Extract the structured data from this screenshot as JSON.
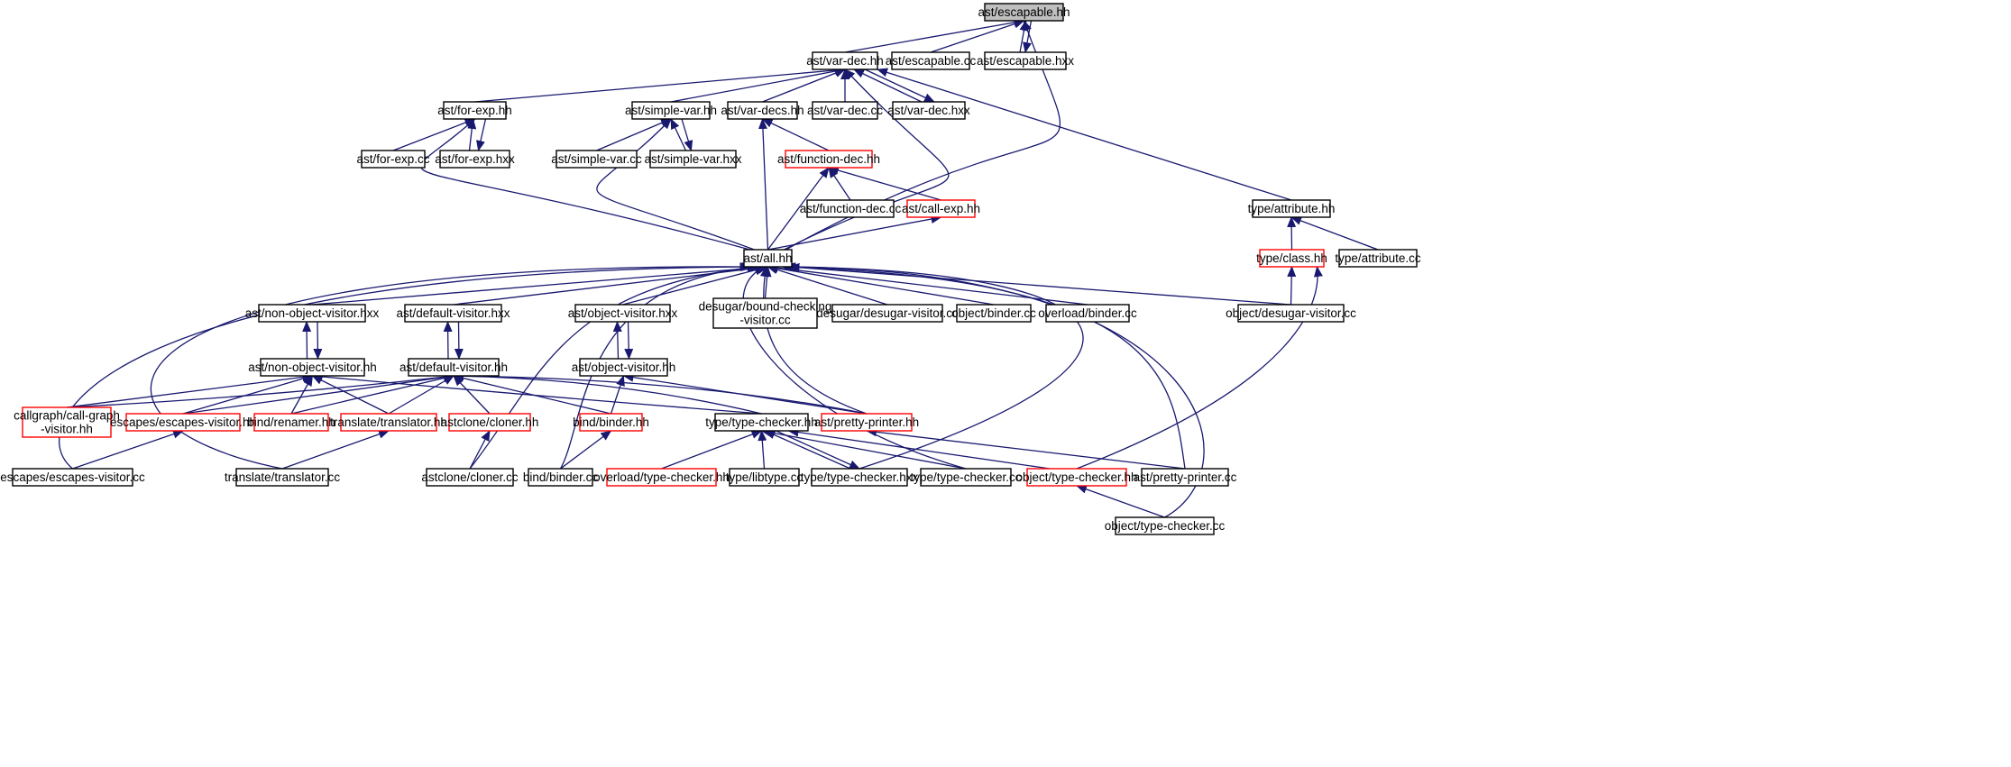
{
  "colors": {
    "edge": "#191970",
    "node_border": "#000000",
    "node_border_truncated": "#ff0000",
    "root_fill": "#bfbfbf",
    "node_fill": "#ffffff",
    "text": "#000000"
  },
  "nodes": [
    {
      "id": "escapable_hh",
      "lines": [
        "ast/escapable.hh"
      ],
      "style": "root"
    },
    {
      "id": "var_dec_hh",
      "lines": [
        "ast/var-dec.hh"
      ],
      "style": "normal"
    },
    {
      "id": "escapable_cc",
      "lines": [
        "ast/escapable.cc"
      ],
      "style": "normal"
    },
    {
      "id": "escapable_hxx",
      "lines": [
        "ast/escapable.hxx"
      ],
      "style": "normal"
    },
    {
      "id": "for_exp_hh",
      "lines": [
        "ast/for-exp.hh"
      ],
      "style": "normal"
    },
    {
      "id": "simple_var_hh",
      "lines": [
        "ast/simple-var.hh"
      ],
      "style": "normal"
    },
    {
      "id": "var_decs_hh",
      "lines": [
        "ast/var-decs.hh"
      ],
      "style": "normal"
    },
    {
      "id": "var_dec_cc",
      "lines": [
        "ast/var-dec.cc"
      ],
      "style": "normal"
    },
    {
      "id": "var_dec_hxx",
      "lines": [
        "ast/var-dec.hxx"
      ],
      "style": "normal"
    },
    {
      "id": "for_exp_cc",
      "lines": [
        "ast/for-exp.cc"
      ],
      "style": "normal"
    },
    {
      "id": "for_exp_hxx",
      "lines": [
        "ast/for-exp.hxx"
      ],
      "style": "normal"
    },
    {
      "id": "simple_var_cc",
      "lines": [
        "ast/simple-var.cc"
      ],
      "style": "normal"
    },
    {
      "id": "simple_var_hxx",
      "lines": [
        "ast/simple-var.hxx"
      ],
      "style": "normal"
    },
    {
      "id": "function_dec_hh",
      "lines": [
        "ast/function-dec.hh"
      ],
      "style": "truncated"
    },
    {
      "id": "function_dec_cc",
      "lines": [
        "ast/function-dec.cc"
      ],
      "style": "normal"
    },
    {
      "id": "call_exp_hh",
      "lines": [
        "ast/call-exp.hh"
      ],
      "style": "truncated"
    },
    {
      "id": "type_attribute_hh",
      "lines": [
        "type/attribute.hh"
      ],
      "style": "normal"
    },
    {
      "id": "type_class_hh",
      "lines": [
        "type/class.hh"
      ],
      "style": "truncated"
    },
    {
      "id": "type_attribute_cc",
      "lines": [
        "type/attribute.cc"
      ],
      "style": "normal"
    },
    {
      "id": "all_hh",
      "lines": [
        "ast/all.hh"
      ],
      "style": "normal"
    },
    {
      "id": "non_object_visitor_hxx",
      "lines": [
        "ast/non-object-visitor.hxx"
      ],
      "style": "normal"
    },
    {
      "id": "default_visitor_hxx",
      "lines": [
        "ast/default-visitor.hxx"
      ],
      "style": "normal"
    },
    {
      "id": "object_visitor_hxx",
      "lines": [
        "ast/object-visitor.hxx"
      ],
      "style": "normal"
    },
    {
      "id": "bound_checking_visitor_cc",
      "lines": [
        "desugar/bound-checking",
        "-visitor.cc"
      ],
      "style": "normal"
    },
    {
      "id": "desugar_visitor_cc",
      "lines": [
        "desugar/desugar-visitor.cc"
      ],
      "style": "normal"
    },
    {
      "id": "object_binder_cc",
      "lines": [
        "object/binder.cc"
      ],
      "style": "normal"
    },
    {
      "id": "overload_binder_cc",
      "lines": [
        "overload/binder.cc"
      ],
      "style": "normal"
    },
    {
      "id": "object_desugar_visitor_cc",
      "lines": [
        "object/desugar-visitor.cc"
      ],
      "style": "normal"
    },
    {
      "id": "non_object_visitor_hh",
      "lines": [
        "ast/non-object-visitor.hh"
      ],
      "style": "normal"
    },
    {
      "id": "default_visitor_hh",
      "lines": [
        "ast/default-visitor.hh"
      ],
      "style": "normal"
    },
    {
      "id": "object_visitor_hh",
      "lines": [
        "ast/object-visitor.hh"
      ],
      "style": "normal"
    },
    {
      "id": "call_graph_visitor_hh",
      "lines": [
        "callgraph/call-graph",
        "-visitor.hh"
      ],
      "style": "truncated"
    },
    {
      "id": "escapes_visitor_hh",
      "lines": [
        "escapes/escapes-visitor.hh"
      ],
      "style": "truncated"
    },
    {
      "id": "bind_renamer_hh",
      "lines": [
        "bind/renamer.hh"
      ],
      "style": "truncated"
    },
    {
      "id": "translate_translator_hh",
      "lines": [
        "translate/translator.hh"
      ],
      "style": "truncated"
    },
    {
      "id": "astclone_cloner_hh",
      "lines": [
        "astclone/cloner.hh"
      ],
      "style": "truncated"
    },
    {
      "id": "bind_binder_hh",
      "lines": [
        "bind/binder.hh"
      ],
      "style": "truncated"
    },
    {
      "id": "type_type_checker_hh",
      "lines": [
        "type/type-checker.hh"
      ],
      "style": "normal"
    },
    {
      "id": "ast_pretty_printer_hh",
      "lines": [
        "ast/pretty-printer.hh"
      ],
      "style": "truncated"
    },
    {
      "id": "escapes_visitor_cc",
      "lines": [
        "escapes/escapes-visitor.cc"
      ],
      "style": "normal"
    },
    {
      "id": "translate_translator_cc",
      "lines": [
        "translate/translator.cc"
      ],
      "style": "normal"
    },
    {
      "id": "astclone_cloner_cc",
      "lines": [
        "astclone/cloner.cc"
      ],
      "style": "normal"
    },
    {
      "id": "bind_binder_cc",
      "lines": [
        "bind/binder.cc"
      ],
      "style": "normal"
    },
    {
      "id": "overload_type_checker_hh",
      "lines": [
        "overload/type-checker.hh"
      ],
      "style": "truncated"
    },
    {
      "id": "type_libtype_cc",
      "lines": [
        "type/libtype.cc"
      ],
      "style": "normal"
    },
    {
      "id": "type_type_checker_hxx",
      "lines": [
        "type/type-checker.hxx"
      ],
      "style": "normal"
    },
    {
      "id": "type_type_checker_cc",
      "lines": [
        "type/type-checker.cc"
      ],
      "style": "normal"
    },
    {
      "id": "object_type_checker_hh",
      "lines": [
        "object/type-checker.hh"
      ],
      "style": "truncated"
    },
    {
      "id": "ast_pretty_printer_cc",
      "lines": [
        "ast/pretty-printer.cc"
      ],
      "style": "normal"
    },
    {
      "id": "object_type_checker_cc",
      "lines": [
        "object/type-checker.cc"
      ],
      "style": "normal"
    }
  ],
  "edges": [
    {
      "from": "var_dec_hh",
      "to": "escapable_hh"
    },
    {
      "from": "escapable_cc",
      "to": "escapable_hh"
    },
    {
      "from": "escapable_hxx",
      "to": "escapable_hh"
    },
    {
      "from": "escapable_hh",
      "to": "escapable_hxx"
    },
    {
      "from": "all_hh",
      "to": "escapable_hh"
    },
    {
      "from": "for_exp_hh",
      "to": "var_dec_hh"
    },
    {
      "from": "simple_var_hh",
      "to": "var_dec_hh"
    },
    {
      "from": "var_decs_hh",
      "to": "var_dec_hh"
    },
    {
      "from": "var_dec_cc",
      "to": "var_dec_hh"
    },
    {
      "from": "var_dec_hxx",
      "to": "var_dec_hh"
    },
    {
      "from": "var_dec_hh",
      "to": "var_dec_hxx"
    },
    {
      "from": "type_attribute_hh",
      "to": "var_dec_hh"
    },
    {
      "from": "all_hh",
      "to": "var_dec_hh"
    },
    {
      "from": "for_exp_cc",
      "to": "for_exp_hh"
    },
    {
      "from": "for_exp_hxx",
      "to": "for_exp_hh"
    },
    {
      "from": "for_exp_hh",
      "to": "for_exp_hxx"
    },
    {
      "from": "all_hh",
      "to": "for_exp_hh"
    },
    {
      "from": "simple_var_cc",
      "to": "simple_var_hh"
    },
    {
      "from": "simple_var_hxx",
      "to": "simple_var_hh"
    },
    {
      "from": "simple_var_hh",
      "to": "simple_var_hxx"
    },
    {
      "from": "all_hh",
      "to": "simple_var_hh"
    },
    {
      "from": "function_dec_hh",
      "to": "var_decs_hh"
    },
    {
      "from": "all_hh",
      "to": "var_decs_hh"
    },
    {
      "from": "function_dec_cc",
      "to": "function_dec_hh"
    },
    {
      "from": "call_exp_hh",
      "to": "function_dec_hh"
    },
    {
      "from": "all_hh",
      "to": "function_dec_hh"
    },
    {
      "from": "all_hh",
      "to": "call_exp_hh"
    },
    {
      "from": "type_class_hh",
      "to": "type_attribute_hh"
    },
    {
      "from": "type_attribute_cc",
      "to": "type_attribute_hh"
    },
    {
      "from": "object_desugar_visitor_cc",
      "to": "type_class_hh"
    },
    {
      "from": "object_type_checker_hh",
      "to": "type_class_hh"
    },
    {
      "from": "non_object_visitor_hxx",
      "to": "all_hh"
    },
    {
      "from": "default_visitor_hxx",
      "to": "all_hh"
    },
    {
      "from": "object_visitor_hxx",
      "to": "all_hh"
    },
    {
      "from": "bound_checking_visitor_cc",
      "to": "all_hh"
    },
    {
      "from": "desugar_visitor_cc",
      "to": "all_hh"
    },
    {
      "from": "object_binder_cc",
      "to": "all_hh"
    },
    {
      "from": "overload_binder_cc",
      "to": "all_hh"
    },
    {
      "from": "object_desugar_visitor_cc",
      "to": "all_hh"
    },
    {
      "from": "escapes_visitor_cc",
      "to": "all_hh"
    },
    {
      "from": "translate_translator_cc",
      "to": "all_hh"
    },
    {
      "from": "astclone_cloner_cc",
      "to": "all_hh"
    },
    {
      "from": "bind_binder_cc",
      "to": "all_hh"
    },
    {
      "from": "type_type_checker_cc",
      "to": "all_hh"
    },
    {
      "from": "type_type_checker_hxx",
      "to": "all_hh"
    },
    {
      "from": "ast_pretty_printer_cc",
      "to": "all_hh"
    },
    {
      "from": "object_type_checker_cc",
      "to": "all_hh"
    },
    {
      "from": "ast_pretty_printer_hh",
      "to": "all_hh"
    },
    {
      "from": "non_object_visitor_hh",
      "to": "non_object_visitor_hxx"
    },
    {
      "from": "non_object_visitor_hxx",
      "to": "non_object_visitor_hh"
    },
    {
      "from": "default_visitor_hh",
      "to": "default_visitor_hxx"
    },
    {
      "from": "default_visitor_hxx",
      "to": "default_visitor_hh"
    },
    {
      "from": "object_visitor_hh",
      "to": "object_visitor_hxx"
    },
    {
      "from": "object_visitor_hxx",
      "to": "object_visitor_hh"
    },
    {
      "from": "call_graph_visitor_hh",
      "to": "non_object_visitor_hh"
    },
    {
      "from": "escapes_visitor_hh",
      "to": "non_object_visitor_hh"
    },
    {
      "from": "bind_renamer_hh",
      "to": "non_object_visitor_hh"
    },
    {
      "from": "translate_translator_hh",
      "to": "non_object_visitor_hh"
    },
    {
      "from": "type_type_checker_hh",
      "to": "non_object_visitor_hh"
    },
    {
      "from": "call_graph_visitor_hh",
      "to": "default_visitor_hh"
    },
    {
      "from": "escapes_visitor_hh",
      "to": "default_visitor_hh"
    },
    {
      "from": "bind_renamer_hh",
      "to": "default_visitor_hh"
    },
    {
      "from": "translate_translator_hh",
      "to": "default_visitor_hh"
    },
    {
      "from": "astclone_cloner_hh",
      "to": "default_visitor_hh"
    },
    {
      "from": "bind_binder_hh",
      "to": "default_visitor_hh"
    },
    {
      "from": "type_type_checker_hh",
      "to": "default_visitor_hh"
    },
    {
      "from": "ast_pretty_printer_hh",
      "to": "default_visitor_hh"
    },
    {
      "from": "bind_binder_hh",
      "to": "object_visitor_hh"
    },
    {
      "from": "ast_pretty_printer_hh",
      "to": "object_visitor_hh"
    },
    {
      "from": "escapes_visitor_cc",
      "to": "escapes_visitor_hh"
    },
    {
      "from": "translate_translator_cc",
      "to": "translate_translator_hh"
    },
    {
      "from": "astclone_cloner_cc",
      "to": "astclone_cloner_hh"
    },
    {
      "from": "bind_binder_cc",
      "to": "bind_binder_hh"
    },
    {
      "from": "overload_type_checker_hh",
      "to": "type_type_checker_hh"
    },
    {
      "from": "type_libtype_cc",
      "to": "type_type_checker_hh"
    },
    {
      "from": "type_type_checker_hxx",
      "to": "type_type_checker_hh"
    },
    {
      "from": "type_type_checker_hh",
      "to": "type_type_checker_hxx"
    },
    {
      "from": "type_type_checker_cc",
      "to": "type_type_checker_hh"
    },
    {
      "from": "object_type_checker_hh",
      "to": "type_type_checker_hh"
    },
    {
      "from": "ast_pretty_printer_cc",
      "to": "ast_pretty_printer_hh"
    },
    {
      "from": "object_type_checker_cc",
      "to": "object_type_checker_hh"
    }
  ]
}
